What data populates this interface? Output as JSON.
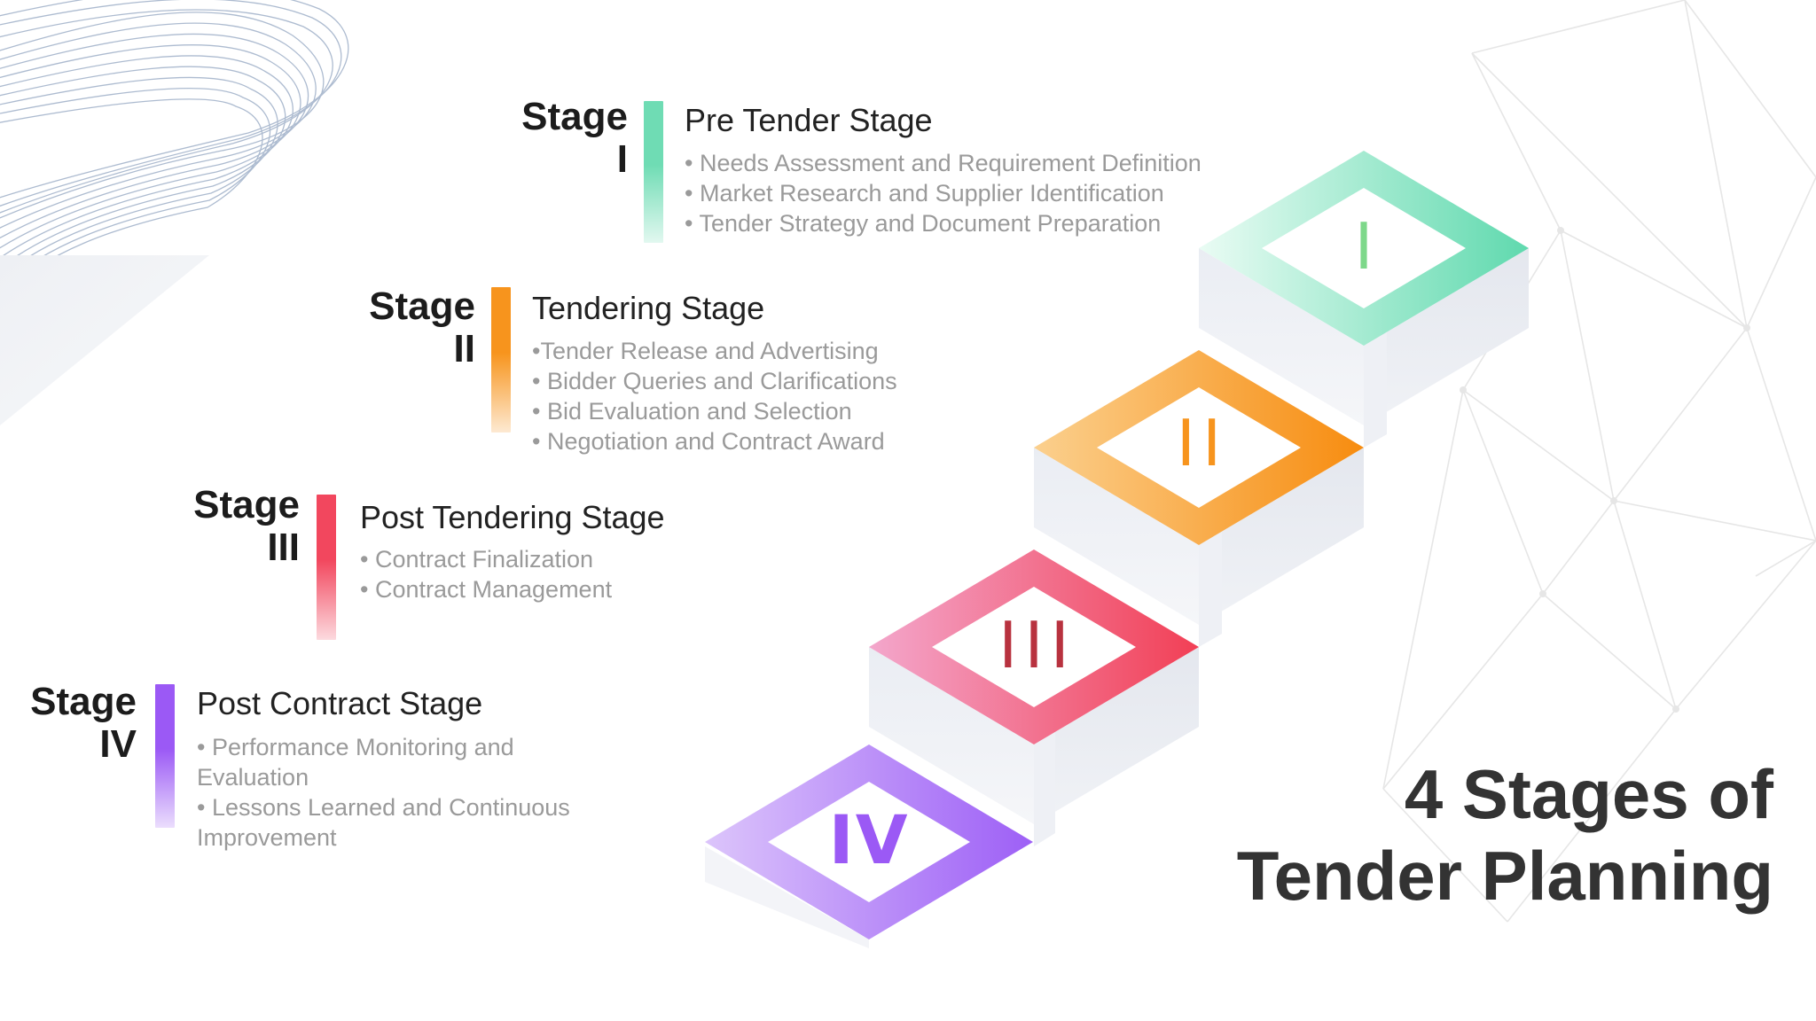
{
  "title": {
    "line1": "4 Stages of",
    "line2": "Tender Planning"
  },
  "colors": {
    "stage1": "#6fdcb4",
    "stage2": "#f7941d",
    "stage3": "#f2475e",
    "stage4": "#9b59f5",
    "stage1_numeral": "#7dd88a",
    "stage2_numeral": "#f7941d",
    "stage3_numeral": "#b8323f",
    "stage4_numeral": "#9b59f5"
  },
  "stages": [
    {
      "label": "Stage",
      "numeral": "I",
      "title": "Pre Tender Stage",
      "bullets": [
        "• Needs Assessment and Requirement Definition",
        "• Market Research and Supplier Identification",
        "• Tender Strategy and Document Preparation"
      ]
    },
    {
      "label": "Stage",
      "numeral": "II",
      "title": "Tendering Stage",
      "bullets": [
        "•Tender Release and Advertising",
        "• Bidder Queries and Clarifications",
        "• Bid Evaluation and Selection",
        "• Negotiation and Contract Award"
      ]
    },
    {
      "label": "Stage",
      "numeral": "III",
      "title": "Post Tendering Stage",
      "bullets": [
        "• Contract Finalization",
        "• Contract Management"
      ]
    },
    {
      "label": "Stage",
      "numeral": "IV",
      "title": "Post Contract Stage",
      "bullets": [
        "• Performance Monitoring and Evaluation",
        "• Lessons Learned and Continuous Improvement"
      ]
    }
  ]
}
